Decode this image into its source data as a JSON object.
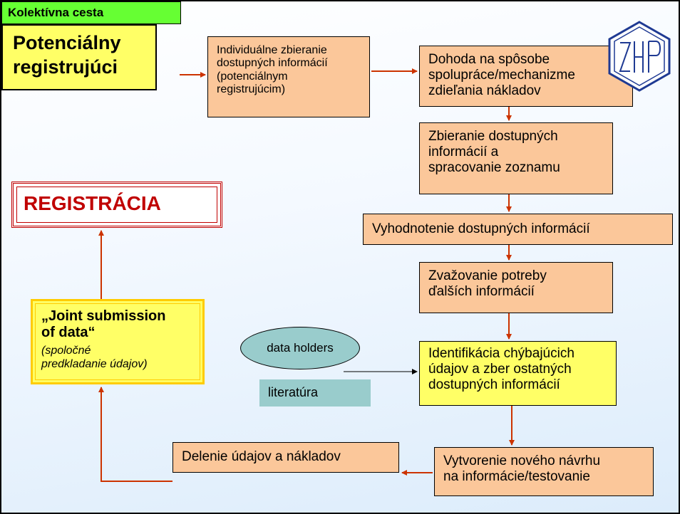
{
  "header": {
    "title": "Kolektívna cesta"
  },
  "start": {
    "label": "Potenciálny\nregistrujúci"
  },
  "steps": [
    "Individuálne zbieranie\ndostupných informácií\n(potenciálnym\nregistrujúcim)",
    "Dohoda na spôsobe\nspolupráce/mechanizme\nzdieľania nákladov",
    "Zbieranie dostupných\ninformácií a\nspracovanie zoznamu",
    "Vyhodnotenie dostupných informácií",
    "Zvažovanie potreby\nďalších informácií",
    "Identifikácia chýbajúcich\núdajov a zber ostatných\ndostupných informácií",
    "Vytvorenie nového návrhu\nna informácie/testovanie",
    "Delenie údajov a nákladov"
  ],
  "sources": {
    "data_holders": "data holders",
    "literature": "literatúra"
  },
  "joint": {
    "title": "„Joint submission\nof data“",
    "subtitle": "(spoločné\npredkladanie údajov)"
  },
  "result": {
    "label": "REGISTRÁCIA"
  },
  "logo": {
    "text": "ZHP",
    "icon": "zhp-hexagon-logo"
  },
  "colors": {
    "step": "#fbc79a",
    "highlight": "#ffff66",
    "header": "#66ff33",
    "arrow": "#cc3300",
    "registration": "#c00000",
    "source": "#99cccc"
  }
}
